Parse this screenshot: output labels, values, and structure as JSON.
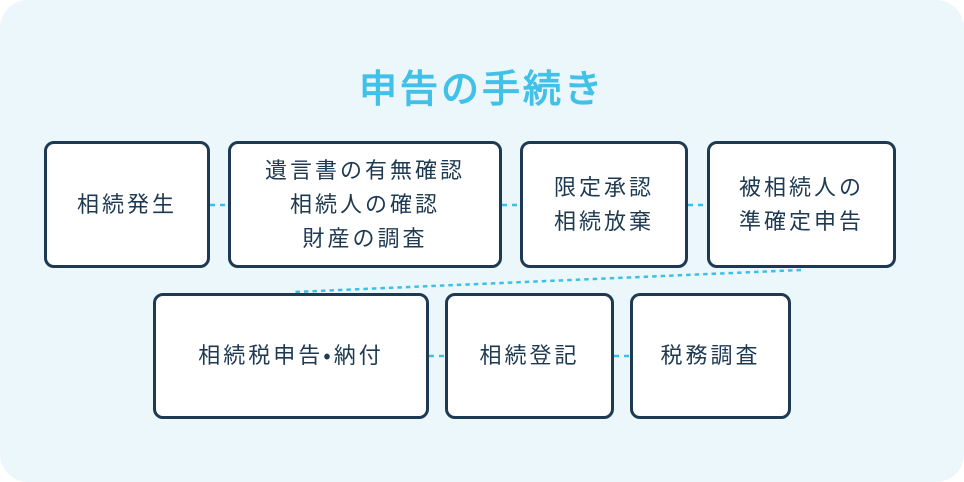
{
  "title": "申告の手続き",
  "colors": {
    "page_bg": "#ffffff",
    "card_bg": "#ebf7fb",
    "box_bg": "#ffffff",
    "box_border": "#1e3a53",
    "text": "#1e3a53",
    "title": "#41c1e8",
    "connector": "#3cc0e6"
  },
  "flow": {
    "steps": [
      {
        "label": "相続発生"
      },
      {
        "label": "遺言書の有無確認\n相続人の確認\n財産の調査"
      },
      {
        "label": "限定承認\n相続放棄"
      },
      {
        "label": "被相続人の\n準確定申告"
      },
      {
        "label": "相続税申告・納付"
      },
      {
        "label": "相続登記"
      },
      {
        "label": "税務調査"
      }
    ]
  }
}
